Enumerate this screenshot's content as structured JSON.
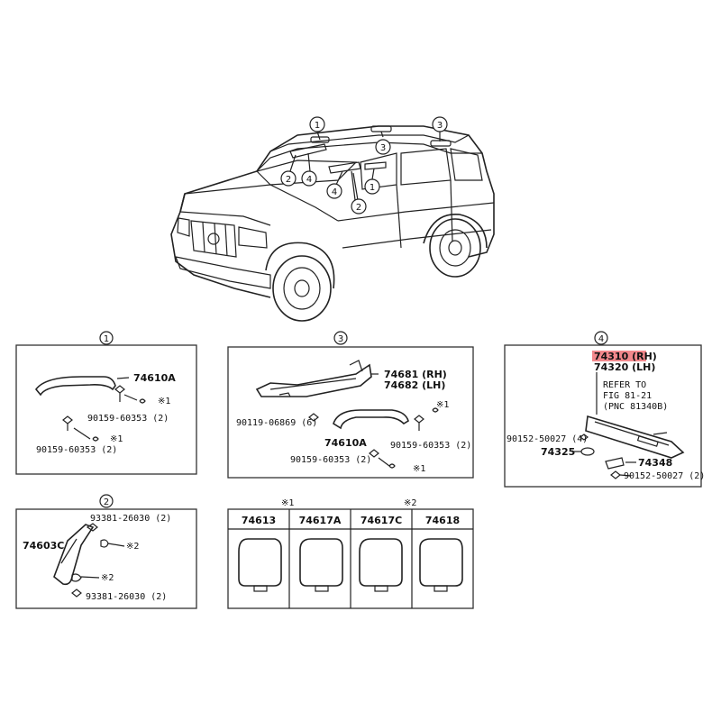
{
  "callouts": {
    "one": "1",
    "two": "2",
    "three": "3",
    "four": "4"
  },
  "panel1": {
    "part_handle": "74610A",
    "bolt_a": "90159-60353 (2)",
    "bolt_b": "90159-60353 (2)",
    "note_a": "※1",
    "note_b": "※1"
  },
  "panel2": {
    "bolt_top": "93381-26030 (2)",
    "part_handle": "74603C",
    "note_a": "※2",
    "note_b": "※2",
    "bolt_bottom": "93381-26030 (2)"
  },
  "panel3": {
    "part_rh": "74681 (RH)",
    "part_lh": "74682 (LH)",
    "bolt_left": "90119-06869 (6)",
    "part_handle": "74610A",
    "bolt_right": "90159-60353 (2)",
    "bolt_bottom": "90159-60353 (2)",
    "note_a": "※1",
    "note_b": "※1"
  },
  "panel4": {
    "part_rh": "74310 (RH)",
    "part_lh": "74320 (LH)",
    "refer_1": "REFER TO",
    "refer_2": "FIG 81-21",
    "refer_3": "(PNC 81340B)",
    "screw_left": "90152-50027 (4)",
    "part_holder": "74325",
    "part_clip": "74348",
    "screw_right": "90152-50027 (2)",
    "highlight_color": "#f2888c"
  },
  "covers": {
    "group1_note": "※1",
    "group2_note": "※2",
    "items": [
      "74613",
      "74617A",
      "74617C",
      "74618"
    ]
  }
}
